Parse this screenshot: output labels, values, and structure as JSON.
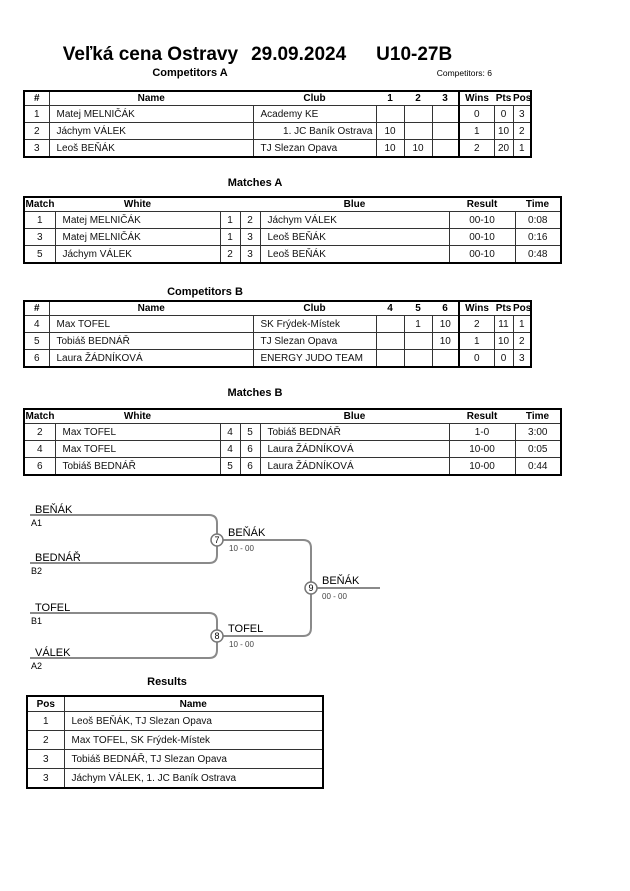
{
  "header": {
    "event": "Veľká cena Ostravy",
    "date": "29.09.2024",
    "category": "U10-27B",
    "competitors_count": "Competitors: 6"
  },
  "sections": {
    "competitors_a": "Competitors A",
    "matches_a": "Matches A",
    "competitors_b": "Competitors B",
    "matches_b": "Matches B",
    "results": "Results"
  },
  "competitors_a": {
    "headers": [
      "#",
      "Name",
      "Club",
      "1",
      "2",
      "3",
      "Wins",
      "Pts",
      "Pos"
    ],
    "rows": [
      [
        "1",
        "Matej MELNIČÁK",
        "Academy KE",
        "",
        "",
        "",
        "0",
        "0",
        "3"
      ],
      [
        "2",
        "Jáchym VÁLEK",
        "1. JC Baník Ostrava",
        "10",
        "",
        "",
        "1",
        "10",
        "2"
      ],
      [
        "3",
        "Leoš BEŇÁK",
        "TJ Slezan Opava",
        "10",
        "10",
        "",
        "2",
        "20",
        "1"
      ]
    ]
  },
  "matches_a": {
    "headers": [
      "Match",
      "White",
      "",
      "",
      "Blue",
      "Result",
      "Time"
    ],
    "rows": [
      [
        "1",
        "Matej MELNIČÁK",
        "1",
        "2",
        "Jáchym VÁLEK",
        "00-10",
        "0:08"
      ],
      [
        "3",
        "Matej MELNIČÁK",
        "1",
        "3",
        "Leoš BEŇÁK",
        "00-10",
        "0:16"
      ],
      [
        "5",
        "Jáchym VÁLEK",
        "2",
        "3",
        "Leoš BEŇÁK",
        "00-10",
        "0:48"
      ]
    ]
  },
  "competitors_b": {
    "headers": [
      "#",
      "Name",
      "Club",
      "4",
      "5",
      "6",
      "Wins",
      "Pts",
      "Pos"
    ],
    "rows": [
      [
        "4",
        "Max TOFEL",
        "SK Frýdek-Místek",
        "",
        "1",
        "10",
        "2",
        "11",
        "1"
      ],
      [
        "5",
        "Tobiáš BEDNÁŘ",
        "TJ Slezan Opava",
        "",
        "",
        "10",
        "1",
        "10",
        "2"
      ],
      [
        "6",
        "Laura ŽÁDNÍKOVÁ",
        "ENERGY JUDO TEAM",
        "",
        "",
        "",
        "0",
        "0",
        "3"
      ]
    ]
  },
  "matches_b": {
    "headers": [
      "Match",
      "White",
      "",
      "",
      "Blue",
      "Result",
      "Time"
    ],
    "rows": [
      [
        "2",
        "Max TOFEL",
        "4",
        "5",
        "Tobiáš BEDNÁŘ",
        "1-0",
        "3:00"
      ],
      [
        "4",
        "Max TOFEL",
        "4",
        "6",
        "Laura ŽÁDNÍKOVÁ",
        "10-00",
        "0:05"
      ],
      [
        "6",
        "Tobiáš BEDNÁŘ",
        "5",
        "6",
        "Laura ŽÁDNÍKOVÁ",
        "10-00",
        "0:44"
      ]
    ]
  },
  "results": {
    "headers": [
      "Pos",
      "Name"
    ],
    "rows": [
      [
        "1",
        "Leoš BEŇÁK, TJ Slezan Opava"
      ],
      [
        "2",
        "Max TOFEL, SK Frýdek-Místek"
      ],
      [
        "3",
        "Tobiáš BEDNÁŘ, TJ Slezan Opava"
      ],
      [
        "3",
        "Jáchym VÁLEK, 1. JC Baník Ostrava"
      ]
    ]
  },
  "bracket": {
    "entries": [
      {
        "name": "BEŇÁK",
        "seed": "A1"
      },
      {
        "name": "BEDNÁŘ",
        "seed": "B2"
      },
      {
        "name": "TOFEL",
        "seed": "B1"
      },
      {
        "name": "VÁLEK",
        "seed": "A2"
      }
    ],
    "semifinal_1": {
      "number": "7",
      "winner": "BEŇÁK",
      "score": "10 - 00"
    },
    "semifinal_2": {
      "number": "8",
      "winner": "TOFEL",
      "score": "10 - 00"
    },
    "final": {
      "number": "9",
      "winner": "BEŇÁK",
      "score": "00 - 00"
    }
  },
  "colors": {
    "bracket_line": "#8a8a8a",
    "border": "#000000",
    "score_text": "#444444"
  }
}
